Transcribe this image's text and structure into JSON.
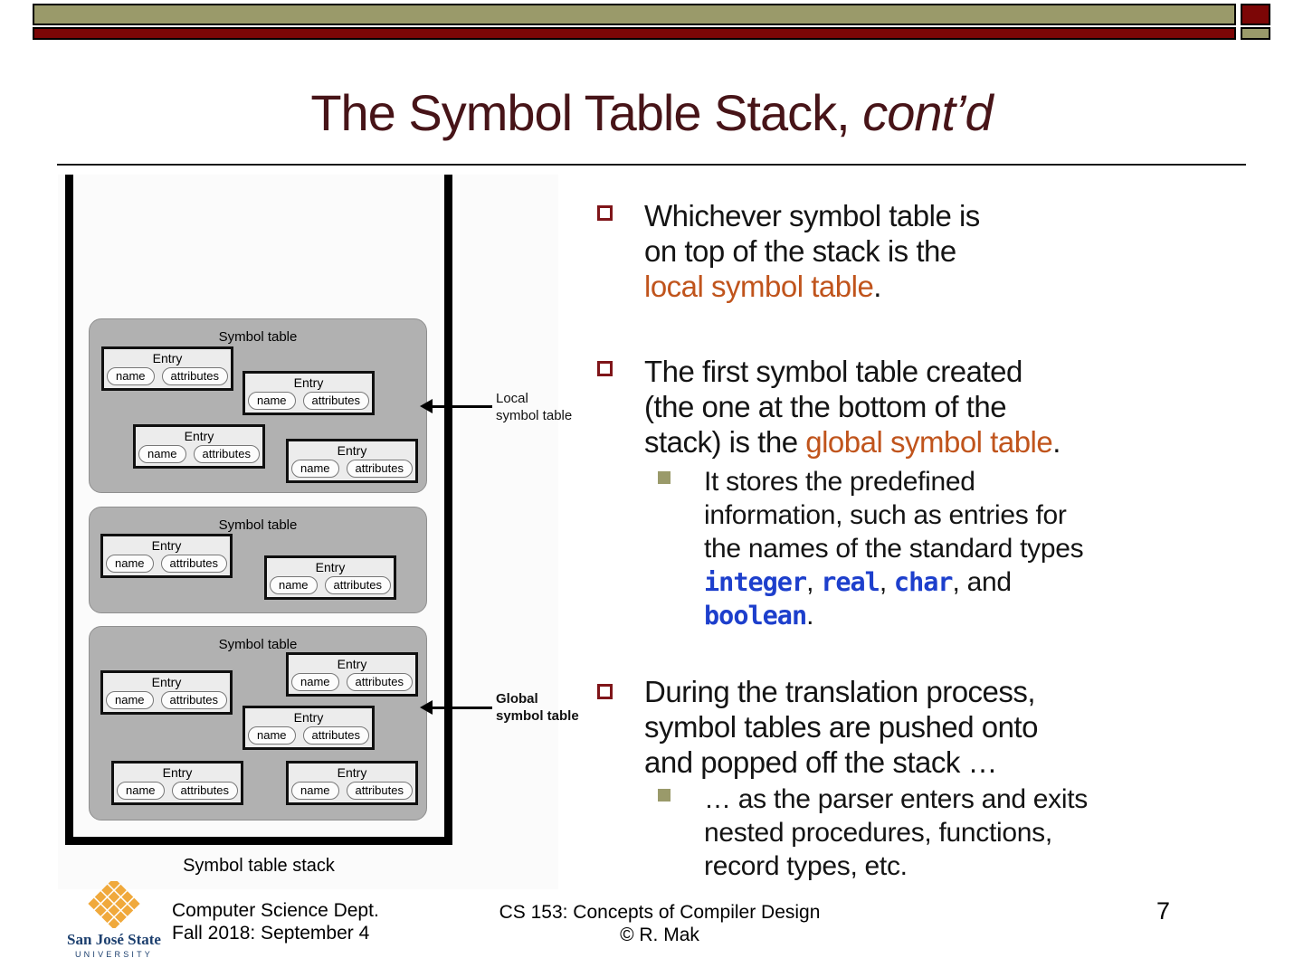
{
  "colors": {
    "banner_olive": "#9a9a6a",
    "banner_maroon": "#7c0606",
    "title_maroon": "#471418",
    "accent_orange": "#c0541c",
    "code_blue": "#1d3fcc",
    "bullet_outline_maroon": "#7f1519",
    "sub_bullet_olive": "#9a9a6a",
    "diagram_gray": "#b1b1b1"
  },
  "title": {
    "text": "The Symbol Table Stack, ",
    "emphasis": "cont’d"
  },
  "diagram": {
    "symbol_table_label": "Symbol table",
    "entry_label": "Entry",
    "name_label": "name",
    "attributes_label": "attributes",
    "local_pointer": {
      "line1": "Local",
      "line2": "symbol table"
    },
    "global_pointer": {
      "line1": "Global",
      "line2": "symbol table"
    },
    "caption": "Symbol table stack"
  },
  "content": {
    "b1": {
      "line1": "Whichever symbol table is",
      "line2": "on top of the stack is the",
      "highlight": "local symbol table",
      "period": "."
    },
    "b2": {
      "line1": "The first symbol table created",
      "line2": "(the one at the bottom of the",
      "line3_pre": "stack) is the ",
      "highlight": "global symbol table",
      "period": "."
    },
    "sub1": {
      "line1": "It stores the predefined",
      "line2": "information, such as entries for",
      "line3": "the names of the standard types",
      "code1": "integer",
      "sep1": ", ",
      "code2": "real",
      "sep2": ", ",
      "code3": "char",
      "sep3": ", and",
      "code4": "boolean",
      "period": "."
    },
    "b3": {
      "line1": "During the translation process,",
      "line2": "symbol tables are pushed onto",
      "line3": "and popped off the stack …"
    },
    "sub2": {
      "line1": "… as the parser enters and exits",
      "line2": "nested procedures, functions,",
      "line3": "record types, etc."
    }
  },
  "footer": {
    "dept_line1": "Computer Science Dept.",
    "dept_line2": "Fall 2018: September 4",
    "course_line1": "CS 153: Concepts of Compiler Design",
    "course_line2": "© R. Mak",
    "page_number": "7",
    "logo_name": "San José State",
    "logo_univ": "UNIVERSITY"
  }
}
